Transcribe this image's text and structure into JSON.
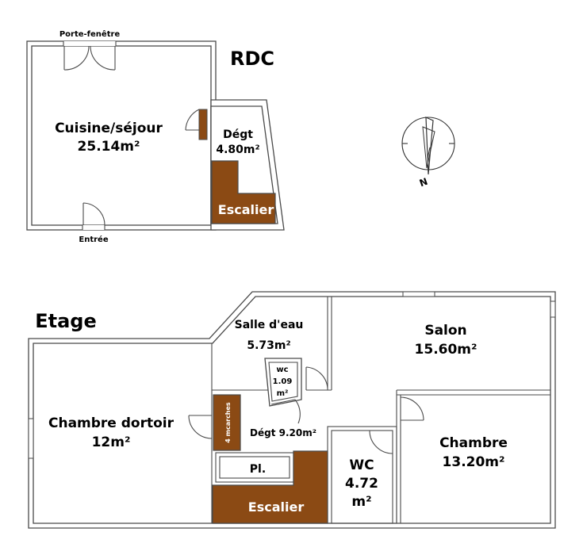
{
  "levels": {
    "ground": {
      "title": "RDC",
      "door_labels": {
        "patio_door": "Porte-fenêtre",
        "entrance": "Entrée"
      },
      "rooms": {
        "living": {
          "name": "Cuisine/séjour",
          "area": "25.14m²"
        },
        "hall": {
          "name": "Dégt",
          "area": "4.80m²"
        }
      },
      "stairs": "Escalier"
    },
    "upper": {
      "title": "Etage",
      "rooms": {
        "bathroom": {
          "name": "Salle d'eau",
          "area": "5.73m²"
        },
        "salon": {
          "name": "Salon",
          "area": "15.60m²"
        },
        "dormitory": {
          "name": "Chambre dortoir",
          "area": "12m²"
        },
        "small_wc": {
          "line1": "wc",
          "line2": "1.09",
          "line3": "m²"
        },
        "hall": {
          "label": "Dégt 9.20m²"
        },
        "closet": {
          "name": "Pl."
        },
        "wc": {
          "line1": "WC",
          "line2": "4.72",
          "line3": "m²"
        },
        "bedroom": {
          "name": "Chambre",
          "area": "13.20m²"
        }
      },
      "stairs": "Escalier",
      "steps": "4 mcarches"
    }
  },
  "compass": {
    "label": "N",
    "icon": "north-arrow-icon"
  },
  "colors": {
    "stairs": "#8b4a14",
    "walls": "#4a4a4a",
    "background": "#ffffff"
  }
}
